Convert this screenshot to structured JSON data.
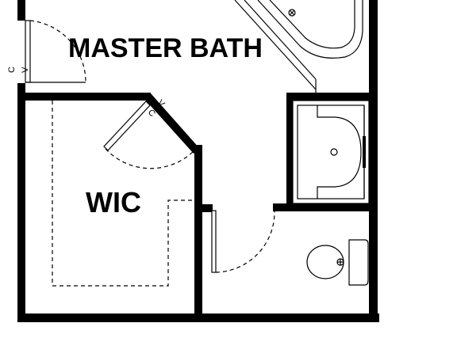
{
  "plan": {
    "rooms": {
      "master_bath": "MASTER BATH",
      "wic": "WIC"
    },
    "marks": {
      "c": "C",
      "v": "V"
    }
  }
}
